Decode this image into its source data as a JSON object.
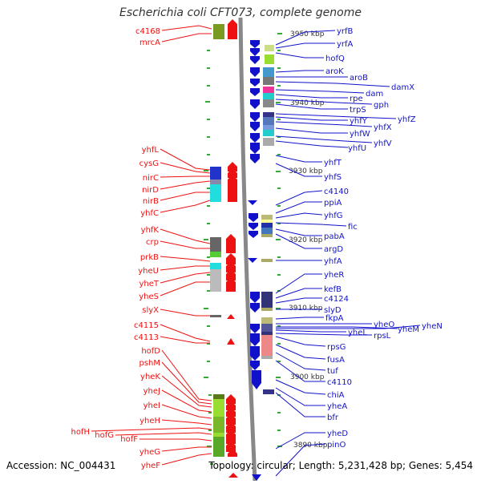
{
  "title": "Escherichia coli CFT073, complete genome",
  "footer": {
    "accession": "Accession: NC_004431",
    "summary": "Topology: circular; Length: 5,231,428 bp; Genes: 5,454"
  },
  "colors": {
    "reverse": "#ee1111",
    "forward": "#1111cc",
    "backbone": "#888888",
    "tick": "#119911"
  },
  "ruler": [
    {
      "label": "3950 kbp"
    },
    {
      "label": "3940 kbp"
    },
    {
      "label": "3930 kbp"
    },
    {
      "label": "3920 kbp"
    },
    {
      "label": "3910 kbp"
    },
    {
      "label": "3900 kbp"
    },
    {
      "label": "3890 kbp"
    }
  ],
  "left_genes": [
    "c4168",
    "mrcA",
    "yhfL",
    "cysG",
    "nirC",
    "nirD",
    "nirB",
    "yhfC",
    "yhfK",
    "crp",
    "prkB",
    "yheU",
    "yheT",
    "yheS",
    "slyX",
    "c4115",
    "c4113",
    "hofD",
    "pshM",
    "yheK",
    "yheJ",
    "yheI",
    "yheH",
    "hofH",
    "hofG",
    "hofF",
    "yheG",
    "yheF"
  ],
  "right_genes": [
    "yrfB",
    "yrfA",
    "hofQ",
    "aroK",
    "aroB",
    "damX",
    "dam",
    "rpe",
    "gph",
    "trpS",
    "yhfZ",
    "yhfY",
    "yhfX",
    "yhfW",
    "yhfV",
    "yhfU",
    "yhfT",
    "yhfS",
    "c4140",
    "ppiA",
    "yhfG",
    "fic",
    "pabA",
    "argD",
    "yhfA",
    "yheR",
    "kefB",
    "c4124",
    "slyD",
    "fkpA",
    "yheO",
    "yheM",
    "yheN",
    "yheL",
    "rpsL",
    "rpsG",
    "fusA",
    "tuf",
    "c4110",
    "chiA",
    "yheA",
    "bfr",
    "yheD",
    "pinO"
  ]
}
